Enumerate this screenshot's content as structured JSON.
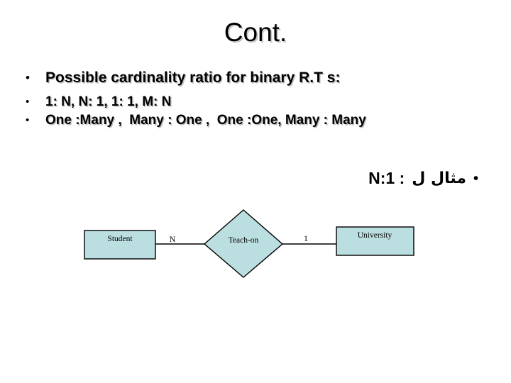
{
  "slide": {
    "title": "Cont.",
    "background_color": "#ffffff",
    "title_color": "#000000"
  },
  "bullets": [
    {
      "marker": "•",
      "text": "Possible cardinality ratio for binary R.T s:",
      "level": 1
    },
    {
      "marker": "•",
      "text": "1: N, N: 1, 1: 1, M: N",
      "level": 2
    },
    {
      "marker": "•",
      "text": "One :Many ,  Many : One ,  One :One, Many : Many",
      "level": 2
    }
  ],
  "rtl_line": {
    "marker": "•",
    "arabic_text": "مثال ل",
    "latin_text": "N:1 :"
  },
  "diagram": {
    "type": "er-diagram",
    "fill_color": "#bbdee0",
    "stroke_color": "#000000",
    "entities": [
      {
        "name": "Student",
        "shape": "rectangle"
      },
      {
        "name": "University",
        "shape": "rectangle"
      }
    ],
    "relationship": {
      "name": "Teach-on",
      "shape": "diamond"
    },
    "cardinalities": [
      {
        "label": "N",
        "between": "Student - Teach-on"
      },
      {
        "label": "1",
        "between": "Teach-on - University"
      }
    ]
  }
}
